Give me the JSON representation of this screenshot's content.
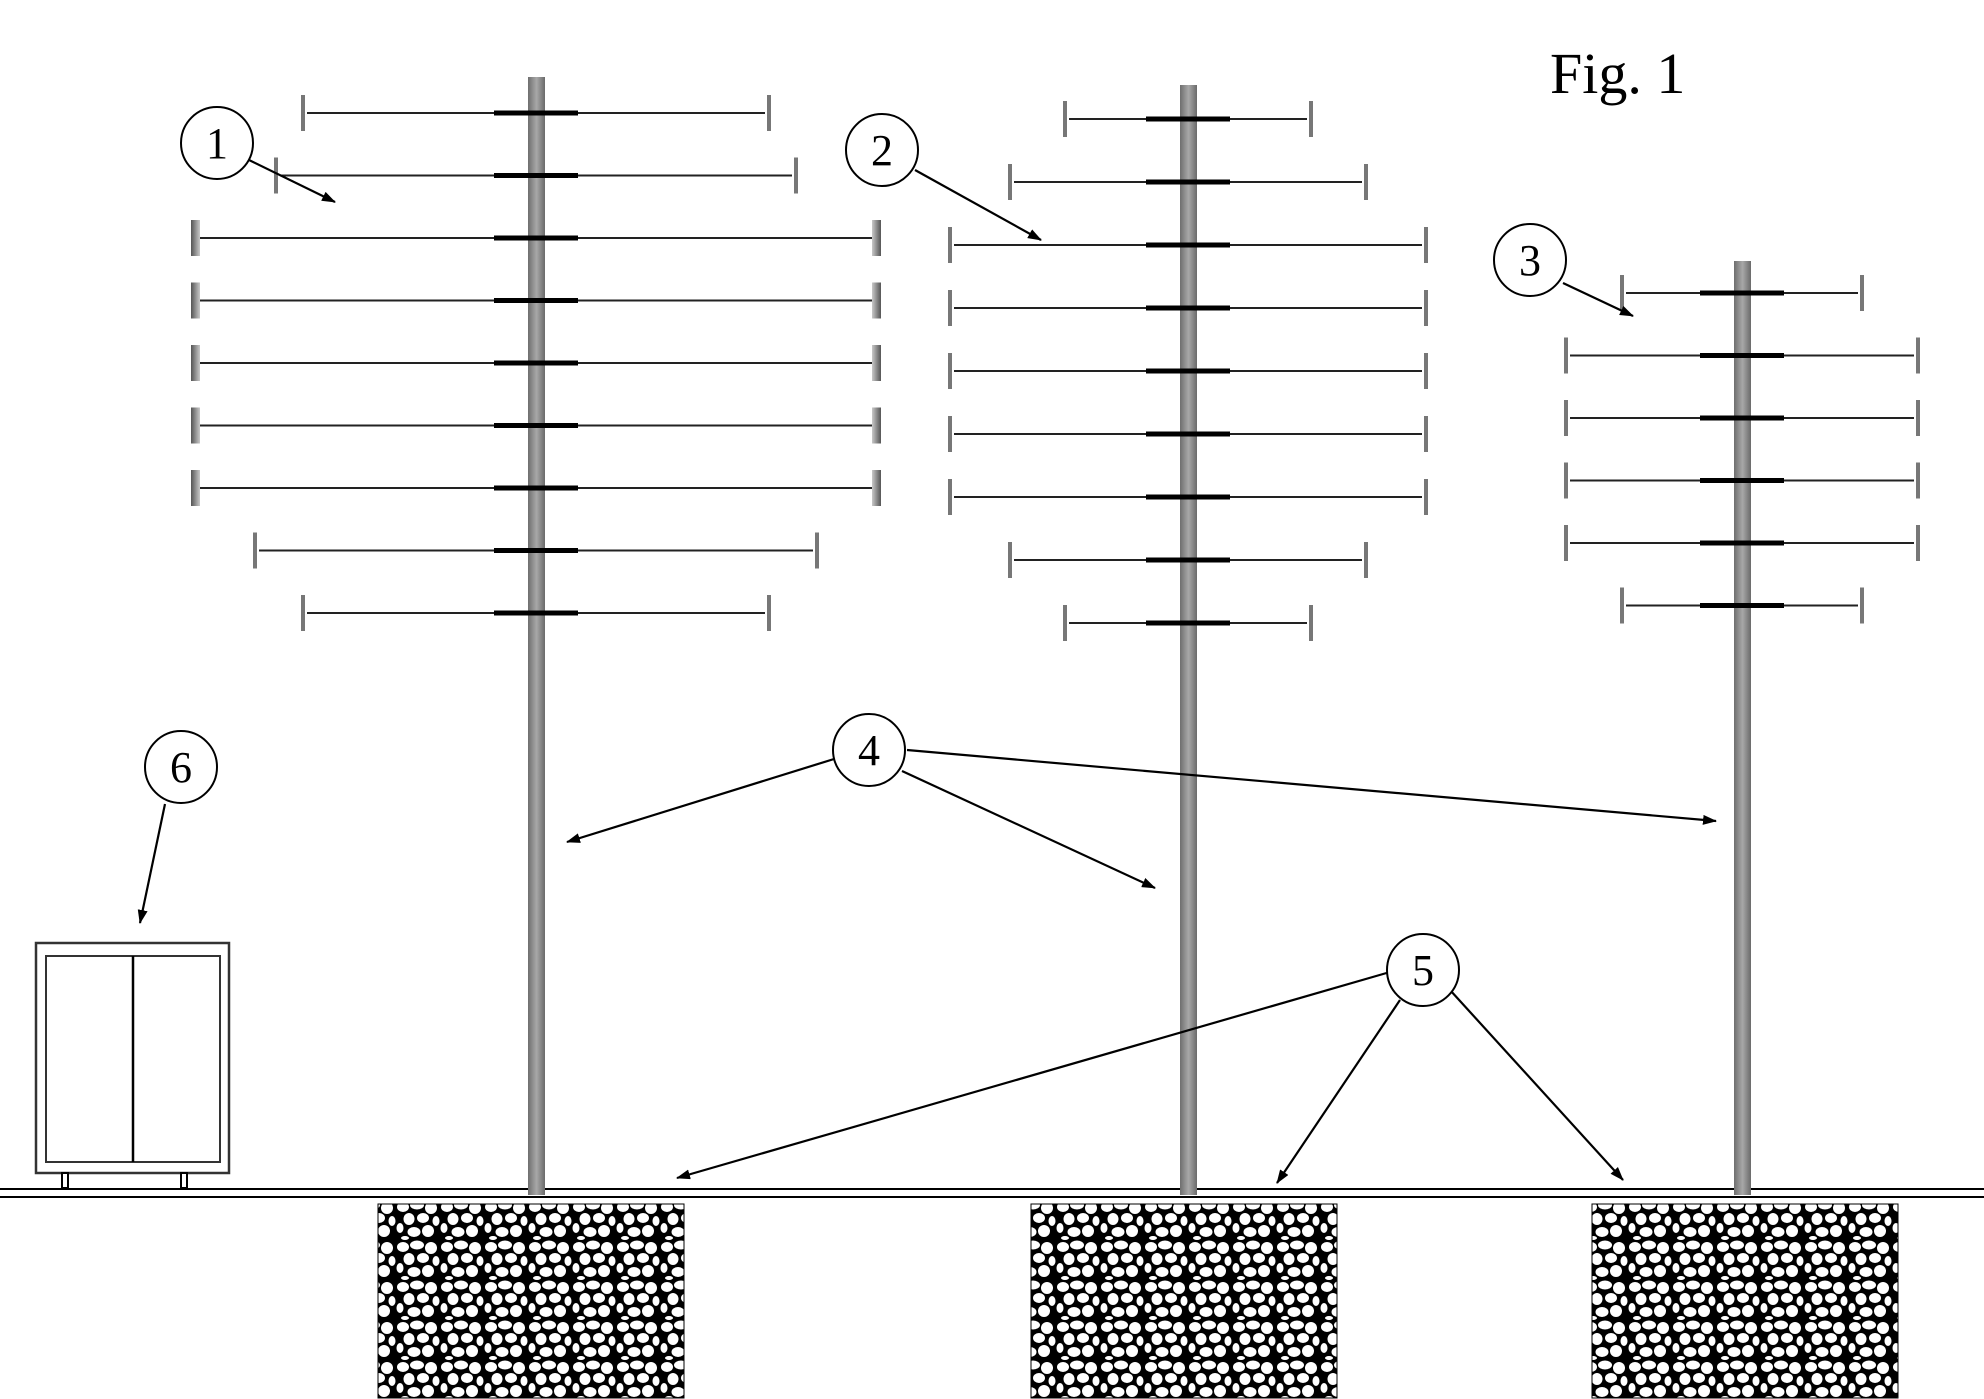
{
  "figure": {
    "title": "Fig. 1",
    "callouts": [
      {
        "id": "c1",
        "label": "1"
      },
      {
        "id": "c2",
        "label": "2"
      },
      {
        "id": "c3",
        "label": "3"
      },
      {
        "id": "c4",
        "label": "4"
      },
      {
        "id": "c5",
        "label": "5"
      },
      {
        "id": "c6",
        "label": "6"
      }
    ]
  },
  "turbines": [
    {
      "name": "turbine-1",
      "rotor_tiers": 9
    },
    {
      "name": "turbine-2",
      "rotor_tiers": 9
    },
    {
      "name": "turbine-3",
      "rotor_tiers": 6
    }
  ],
  "colors": {
    "mast": "#8c8c8c",
    "ink": "#000000",
    "background": "#ffffff"
  }
}
